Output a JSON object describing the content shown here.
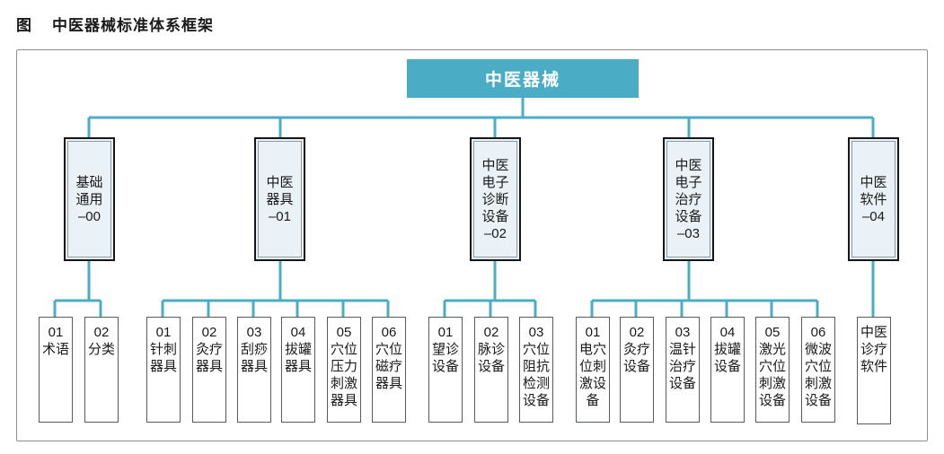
{
  "title": {
    "prefix": "图",
    "text": "中医器械标准体系框架"
  },
  "colors": {
    "accent_teal": "#4BACC6",
    "branch_fill": "#EAF2F7",
    "branch_border": "#161616",
    "leaf_border": "#555B5E"
  },
  "tree": {
    "root": {
      "label": "中医器械"
    },
    "branches": [
      {
        "label": "基础\n通用\n–00",
        "children": [
          {
            "label": "01\n术语"
          },
          {
            "label": "02\n分类"
          }
        ]
      },
      {
        "label": "中医\n器具\n–01",
        "children": [
          {
            "label": "01\n针刺器具"
          },
          {
            "label": "02\n灸疗器具"
          },
          {
            "label": "03\n刮痧器具"
          },
          {
            "label": "04\n拔罐器具"
          },
          {
            "label": "05\n穴位压力刺激器具"
          },
          {
            "label": "06\n穴位磁疗器具"
          }
        ]
      },
      {
        "label": "中医\n电子\n诊断\n设备\n–02",
        "children": [
          {
            "label": "01\n望诊设备"
          },
          {
            "label": "02\n脉诊设备"
          },
          {
            "label": "03\n穴位阻抗检测设备"
          }
        ]
      },
      {
        "label": "中医\n电子\n治疗\n设备\n–03",
        "children": [
          {
            "label": "01\n电穴位刺激设备"
          },
          {
            "label": "02\n灸疗设备"
          },
          {
            "label": "03\n温针治疗设备"
          },
          {
            "label": "04\n拔罐设备"
          },
          {
            "label": "05\n激光穴位刺激设备"
          },
          {
            "label": "06\n微波穴位刺激设备"
          }
        ]
      },
      {
        "label": "中医\n软件\n–04",
        "children": [
          {
            "label": "中医\n诊疗\n软件"
          }
        ]
      }
    ]
  }
}
